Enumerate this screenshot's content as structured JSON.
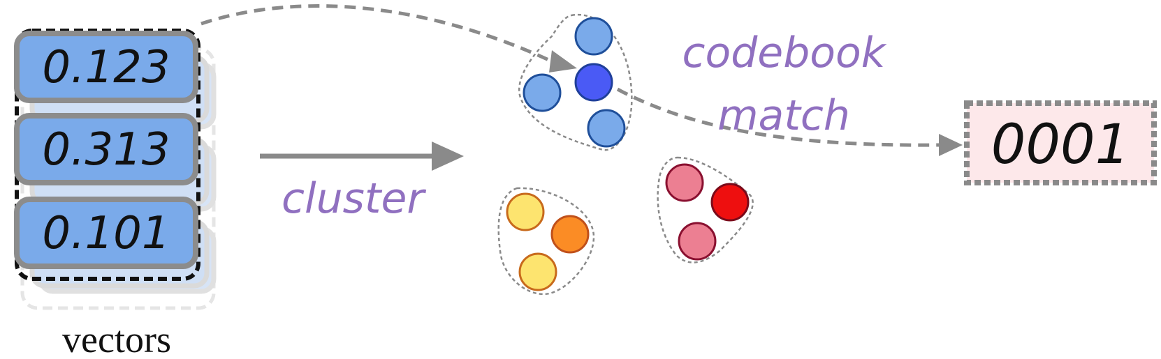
{
  "vectors": {
    "values": [
      "0.123",
      "0.313",
      "0.101"
    ],
    "caption": "vectors"
  },
  "labels": {
    "cluster": "cluster",
    "codebook": "codebook",
    "match": "match"
  },
  "code": {
    "value": "0001"
  },
  "clusters": [
    {
      "name": "blue",
      "points": [
        {
          "fill": "#7aaaea",
          "stroke": "#1f4f9a"
        },
        {
          "fill": "#4a5af5",
          "stroke": "#1f3f9a"
        },
        {
          "fill": "#7aaaea",
          "stroke": "#1f4f9a"
        },
        {
          "fill": "#7aaaea",
          "stroke": "#1f4f9a"
        }
      ]
    },
    {
      "name": "yellow-orange",
      "points": [
        {
          "fill": "#fde46f",
          "stroke": "#c86a1c"
        },
        {
          "fill": "#fb8c25",
          "stroke": "#c0501a"
        },
        {
          "fill": "#fde46f",
          "stroke": "#c86a1c"
        }
      ]
    },
    {
      "name": "red",
      "points": [
        {
          "fill": "#ec7f92",
          "stroke": "#8a1030"
        },
        {
          "fill": "#ee0f0f",
          "stroke": "#7a0a1a"
        },
        {
          "fill": "#ec7f92",
          "stroke": "#8a1030"
        }
      ]
    }
  ],
  "colors": {
    "vector_fill": "#7aaaea",
    "vector_border": "#8c8c8c",
    "label_purple": "#9070c0",
    "arrow_gray": "#8a8a8a",
    "code_bg": "#fde8ea"
  }
}
